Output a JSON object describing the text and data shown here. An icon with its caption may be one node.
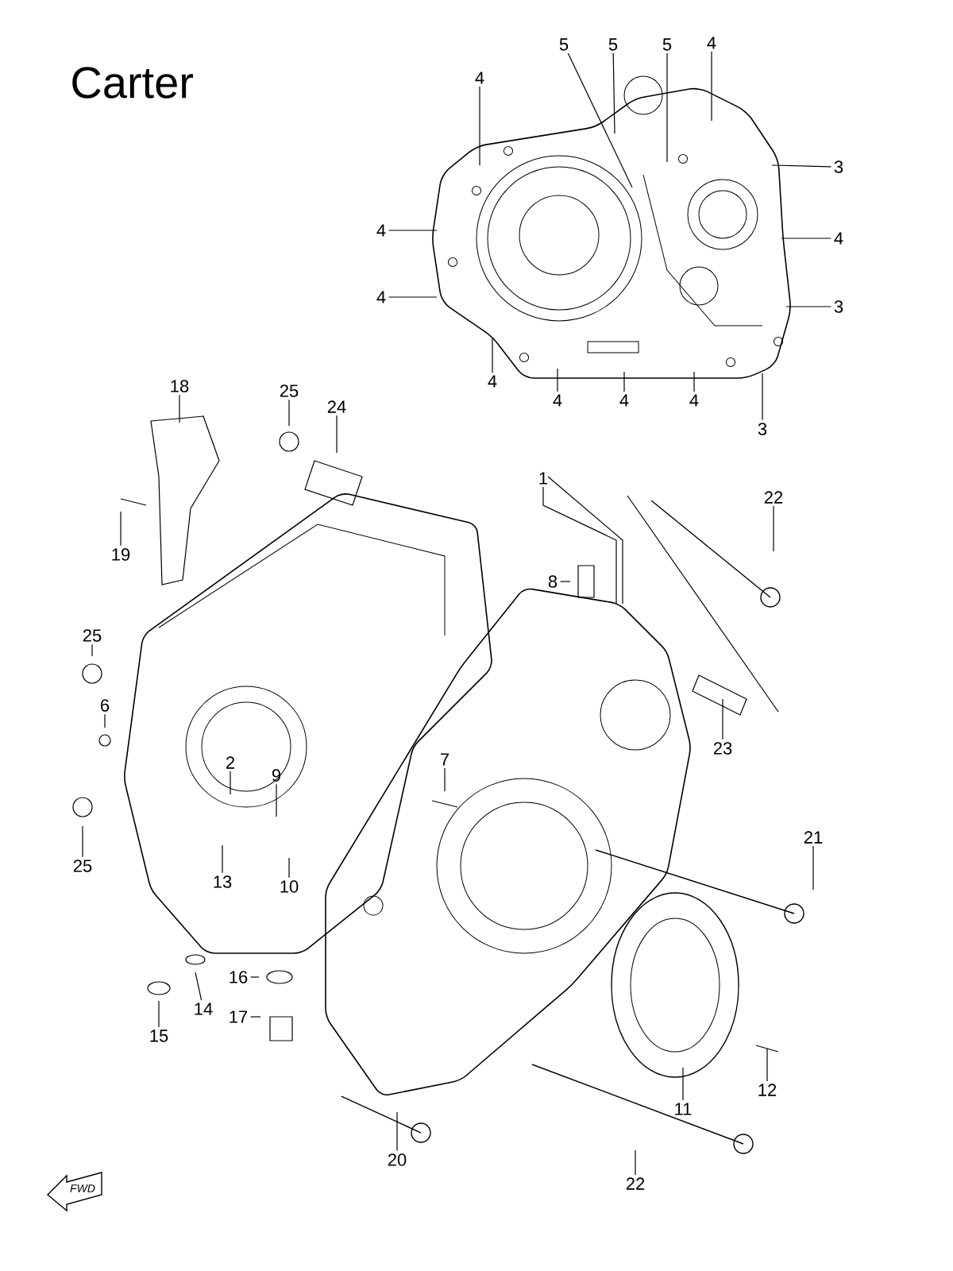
{
  "diagram": {
    "title": "Carter",
    "nodes": [
      {
        "text": [
          "5"
        ]
      },
      {
        "text": [
          "5"
        ]
      },
      {
        "text": [
          "5"
        ]
      },
      {
        "text": [
          "4"
        ]
      },
      {
        "text": [
          "4"
        ]
      },
      {
        "text": [
          "3"
        ]
      },
      {
        "text": [
          "4"
        ]
      },
      {
        "text": [
          "4"
        ]
      },
      {
        "text": [
          "4"
        ]
      },
      {
        "text": [
          "3"
        ]
      },
      {
        "text": [
          "4"
        ]
      },
      {
        "text": [
          "4"
        ]
      },
      {
        "text": [
          "4"
        ]
      },
      {
        "text": [
          "4"
        ]
      },
      {
        "text": [
          "3"
        ]
      },
      {
        "text": [
          "18"
        ]
      },
      {
        "text": [
          "25"
        ]
      },
      {
        "text": [
          "24"
        ]
      },
      {
        "text": [
          "1"
        ]
      },
      {
        "text": [
          "22"
        ]
      },
      {
        "text": [
          "19"
        ]
      },
      {
        "text": [
          "8"
        ]
      },
      {
        "text": [
          "25"
        ]
      },
      {
        "text": [
          "6"
        ]
      },
      {
        "text": [
          "23"
        ]
      },
      {
        "text": [
          "7"
        ]
      },
      {
        "text": [
          "2"
        ]
      },
      {
        "text": [
          "9"
        ]
      },
      {
        "text": [
          "21"
        ]
      },
      {
        "text": [
          "25"
        ]
      },
      {
        "text": [
          "13"
        ]
      },
      {
        "text": [
          "10"
        ]
      },
      {
        "text": [
          "16"
        ]
      },
      {
        "text": [
          "14"
        ]
      },
      {
        "text": [
          "17"
        ]
      },
      {
        "text": [
          "15"
        ]
      },
      {
        "text": [
          "12"
        ]
      },
      {
        "text": [
          "11"
        ]
      },
      {
        "text": [
          "20"
        ]
      },
      {
        "text": [
          "22"
        ]
      }
    ],
    "edges": [
      {
        "from": 0,
        "to": null,
        "arrow": "none"
      },
      {
        "from": 1,
        "to": null,
        "arrow": "none"
      },
      {
        "from": 2,
        "to": null,
        "arrow": "none"
      },
      {
        "from": 3,
        "to": null,
        "arrow": "none"
      },
      {
        "from": 4,
        "to": null,
        "arrow": "none"
      },
      {
        "from": 5,
        "to": null,
        "arrow": "none"
      },
      {
        "from": 6,
        "to": null,
        "arrow": "none"
      },
      {
        "from": 7,
        "to": null,
        "arrow": "none"
      },
      {
        "from": 8,
        "to": null,
        "arrow": "none"
      },
      {
        "from": 9,
        "to": null,
        "arrow": "none"
      },
      {
        "from": 10,
        "to": null,
        "arrow": "none"
      },
      {
        "from": 11,
        "to": null,
        "arrow": "none"
      },
      {
        "from": 12,
        "to": null,
        "arrow": "none"
      },
      {
        "from": 13,
        "to": null,
        "arrow": "none"
      },
      {
        "from": 14,
        "to": null,
        "arrow": "none"
      },
      {
        "from": 15,
        "to": null,
        "arrow": "none"
      },
      {
        "from": 16,
        "to": null,
        "arrow": "none"
      },
      {
        "from": 17,
        "to": null,
        "arrow": "none"
      },
      {
        "from": 18,
        "to": null,
        "arrow": "none"
      },
      {
        "from": 19,
        "to": null,
        "arrow": "none"
      },
      {
        "from": 20,
        "to": null,
        "arrow": "none"
      },
      {
        "from": 21,
        "to": null,
        "arrow": "none"
      },
      {
        "from": 22,
        "to": null,
        "arrow": "none"
      },
      {
        "from": 23,
        "to": null,
        "arrow": "none"
      },
      {
        "from": 24,
        "to": null,
        "arrow": "none"
      },
      {
        "from": 25,
        "to": null,
        "arrow": "none"
      },
      {
        "from": 26,
        "to": null,
        "arrow": "none"
      },
      {
        "from": 27,
        "to": null,
        "arrow": "none"
      },
      {
        "from": 28,
        "to": null,
        "arrow": "none"
      },
      {
        "from": 29,
        "to": null,
        "arrow": "none"
      },
      {
        "from": 30,
        "to": null,
        "arrow": "none"
      },
      {
        "from": 31,
        "to": null,
        "arrow": "none"
      },
      {
        "from": 32,
        "to": null,
        "arrow": "none"
      },
      {
        "from": 33,
        "to": null,
        "arrow": "none"
      },
      {
        "from": 34,
        "to": null,
        "arrow": "none"
      },
      {
        "from": 35,
        "to": null,
        "arrow": "none"
      },
      {
        "from": 36,
        "to": null,
        "arrow": "none"
      },
      {
        "from": 37,
        "to": null,
        "arrow": "none"
      },
      {
        "from": 38,
        "to": null,
        "arrow": "none"
      },
      {
        "from": 39,
        "to": null,
        "arrow": "none"
      }
    ],
    "labels": [
      "FWD"
    ]
  }
}
